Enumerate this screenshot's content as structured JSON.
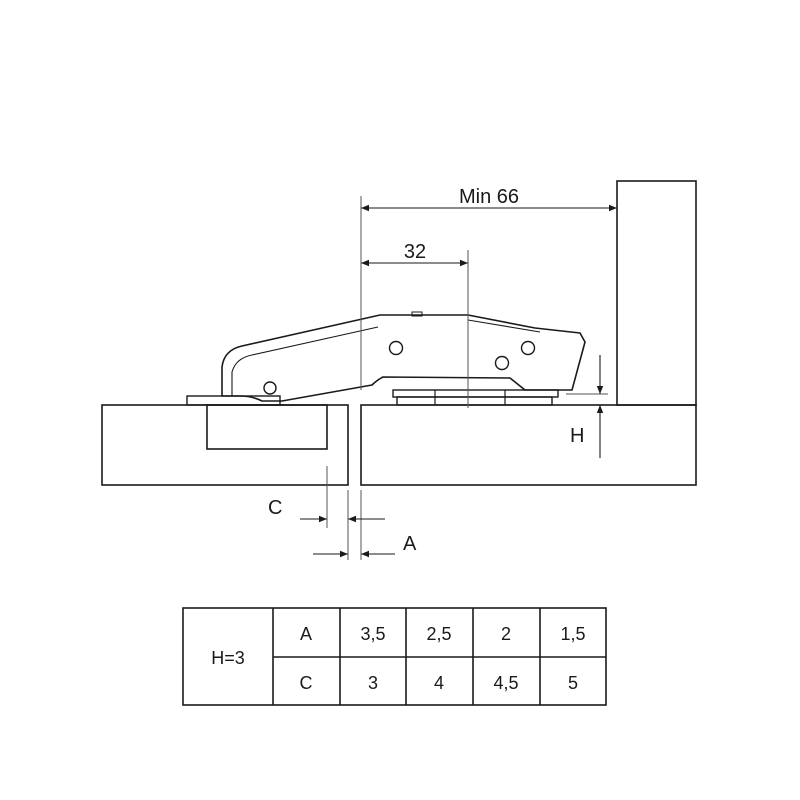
{
  "dimensions": {
    "min_distance": "Min 66",
    "cup_offset": "32",
    "height_label": "H",
    "gap_c_label": "C",
    "gap_a_label": "A"
  },
  "table": {
    "header": "H=3",
    "rows": [
      {
        "label": "A",
        "values": [
          "3,5",
          "2,5",
          "2",
          "1,5"
        ]
      },
      {
        "label": "C",
        "values": [
          "3",
          "4",
          "4,5",
          "5"
        ]
      }
    ]
  }
}
